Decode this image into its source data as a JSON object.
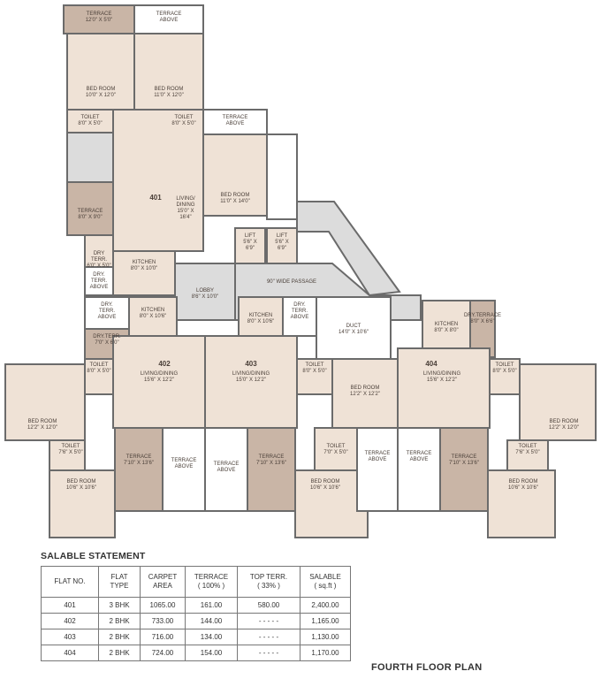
{
  "colors": {
    "room_fill": "#efe2d6",
    "terrace_fill": "#c9b5a6",
    "common_fill": "#dcdcdc",
    "wall": "#6b6b6b",
    "text": "#4a3f38"
  },
  "plan": {
    "rooms": [
      {
        "id": "t-top",
        "lines": [
          "TERRACE",
          "12'0\" X 5'0\""
        ]
      },
      {
        "id": "t-above-top",
        "lines": [
          "TERRACE",
          "ABOVE"
        ]
      },
      {
        "id": "bed-401a",
        "lines": [
          "BED ROOM",
          "10'0\" X 12'0\""
        ]
      },
      {
        "id": "bed-401b",
        "lines": [
          "BED ROOM",
          "11'0\" X 12'0\""
        ]
      },
      {
        "id": "toilet-401a",
        "lines": [
          "TOILET",
          "8'0\" X 5'0\""
        ]
      },
      {
        "id": "toilet-401b",
        "lines": [
          "TOILET",
          "8'0\" X 5'0\""
        ]
      },
      {
        "id": "t-above-401",
        "lines": [
          "TERRACE",
          "ABOVE"
        ]
      },
      {
        "id": "living-401",
        "lines": [
          "LIVING/",
          "DINING",
          "15'0\" X",
          "16'4\""
        ]
      },
      {
        "id": "bed-401c",
        "lines": [
          "BED ROOM",
          "11'0\" X 14'0\""
        ]
      },
      {
        "id": "terrace-401",
        "lines": [
          "TERRACE",
          "8'0\" X 9'0\""
        ]
      },
      {
        "id": "lift-1",
        "lines": [
          "LIFT",
          "5'6\" X",
          "6'9\""
        ]
      },
      {
        "id": "lift-2",
        "lines": [
          "LIFT",
          "5'6\" X",
          "6'9\""
        ]
      },
      {
        "id": "dry-401",
        "lines": [
          "DRY",
          "TERR.",
          "6'0\" X 5'0\""
        ]
      },
      {
        "id": "kitchen-401",
        "lines": [
          "KITCHEN",
          "8'0\" X 10'0\""
        ]
      },
      {
        "id": "dry-above-401",
        "lines": [
          "DRY.",
          "TERR.",
          "ABOVE"
        ]
      },
      {
        "id": "passage",
        "lines": [
          "90\" WIDE PASSAGE"
        ]
      },
      {
        "id": "lobby",
        "lines": [
          "LOBBY",
          "8'6\" X 10'0\""
        ]
      },
      {
        "id": "dry-above-402",
        "lines": [
          "DRY.",
          "TERR.",
          "ABOVE"
        ]
      },
      {
        "id": "kitchen-402",
        "lines": [
          "KITCHEN",
          "8'0\" X 10'6\""
        ]
      },
      {
        "id": "dry-402",
        "lines": [
          "DRY.TERR.",
          "7'0\" X 6'0\""
        ]
      },
      {
        "id": "kitchen-403",
        "lines": [
          "KITCHEN",
          "8'0\" X 10'6\""
        ]
      },
      {
        "id": "dry-above-403",
        "lines": [
          "DRY.",
          "TERR.",
          "ABOVE"
        ]
      },
      {
        "id": "duct",
        "lines": [
          "DUCT",
          "14'0\" X 10'6\""
        ]
      },
      {
        "id": "kitchen-404",
        "lines": [
          "KITCHEN",
          "8'0\" X 8'0\""
        ]
      },
      {
        "id": "dry-404",
        "lines": [
          "DRY.TERRACE",
          "8'0\" X 6'6\""
        ]
      },
      {
        "id": "toilet-402a",
        "lines": [
          "TOILET",
          "8'0\" X 5'0\""
        ]
      },
      {
        "id": "living-402",
        "lines": [
          "LIVING/DINING",
          "15'6\" X 12'2\""
        ]
      },
      {
        "id": "living-403",
        "lines": [
          "LIVING/DINING",
          "15'0\" X 12'2\""
        ]
      },
      {
        "id": "toilet-403a",
        "lines": [
          "TOILET",
          "8'0\" X 5'0\""
        ]
      },
      {
        "id": "bed-403a",
        "lines": [
          "BED ROOM",
          "12'2\" X 12'2\""
        ]
      },
      {
        "id": "living-404",
        "lines": [
          "LIVING/DINING",
          "15'6\" X 12'2\""
        ]
      },
      {
        "id": "toilet-404a",
        "lines": [
          "TOILET",
          "8'0\" X 5'0\""
        ]
      },
      {
        "id": "bed-402a",
        "lines": [
          "BED ROOM",
          "12'2\" X 12'0\""
        ]
      },
      {
        "id": "bed-404a",
        "lines": [
          "BED ROOM",
          "12'2\" X 12'0\""
        ]
      },
      {
        "id": "toilet-402b",
        "lines": [
          "TOILET",
          "7'6\" X 5'0\""
        ]
      },
      {
        "id": "terrace-402",
        "lines": [
          "TERRACE",
          "7'10\" X 13'6\""
        ]
      },
      {
        "id": "t-above-402",
        "lines": [
          "TERRACE",
          "ABOVE"
        ]
      },
      {
        "id": "t-above-403a",
        "lines": [
          "TERRACE",
          "ABOVE"
        ]
      },
      {
        "id": "terrace-403",
        "lines": [
          "TERRACE",
          "7'10\" X 13'6\""
        ]
      },
      {
        "id": "toilet-403b",
        "lines": [
          "TOILET",
          "7'0\" X 5'0\""
        ]
      },
      {
        "id": "t-above-403b",
        "lines": [
          "TERRACE",
          "ABOVE"
        ]
      },
      {
        "id": "t-above-404",
        "lines": [
          "TERRACE",
          "ABOVE"
        ]
      },
      {
        "id": "terrace-404",
        "lines": [
          "TERRACE",
          "7'10\" X 13'6\""
        ]
      },
      {
        "id": "toilet-404b",
        "lines": [
          "TOILET",
          "7'6\" X 5'0\""
        ]
      },
      {
        "id": "bed-402b",
        "lines": [
          "BED ROOM",
          "10'6\" X 10'6\""
        ]
      },
      {
        "id": "bed-403b",
        "lines": [
          "BED ROOM",
          "10'6\" X 10'6\""
        ]
      },
      {
        "id": "bed-404b",
        "lines": [
          "BED ROOM",
          "10'6\" X 10'6\""
        ]
      }
    ],
    "flat_numbers": [
      "401",
      "402",
      "403",
      "404"
    ]
  },
  "salable_statement": {
    "title": "SALABLE STATEMENT",
    "headers": [
      "FLAT NO.",
      "FLAT\nTYPE",
      "CARPET\nAREA",
      "TERRACE\n( 100% )",
      "TOP TERR.\n( 33% )",
      "SALABLE\n( sq.ft )"
    ],
    "rows": [
      [
        "401",
        "3 BHK",
        "1065.00",
        "161.00",
        "580.00",
        "2,400.00"
      ],
      [
        "402",
        "2 BHK",
        "733.00",
        "144.00",
        "- - - - -",
        "1,165.00"
      ],
      [
        "403",
        "2 BHK",
        "716.00",
        "134.00",
        "- - - - -",
        "1,130.00"
      ],
      [
        "404",
        "2 BHK",
        "724.00",
        "154.00",
        "- - - - -",
        "1,170.00"
      ]
    ]
  },
  "plan_title": "FOURTH FLOOR PLAN"
}
